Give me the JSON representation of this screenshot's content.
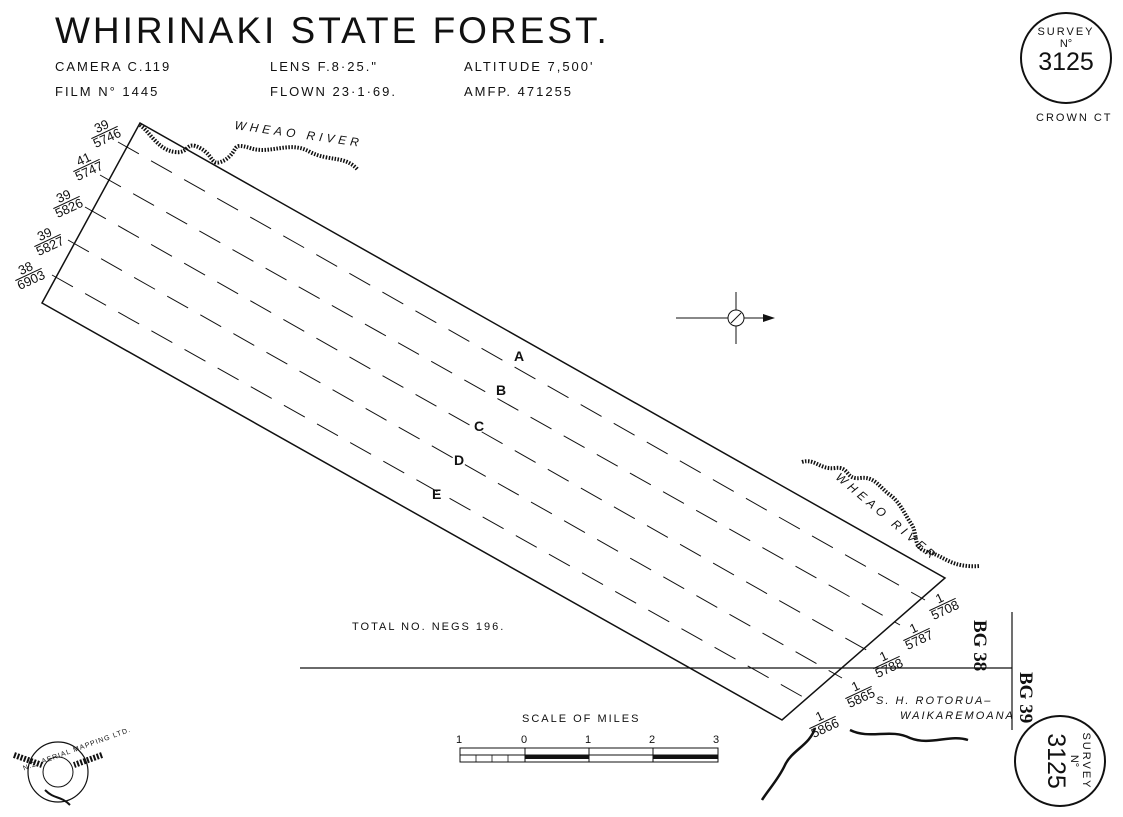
{
  "title": "WHIRINAKI   STATE   FOREST.",
  "info": {
    "camera": "CAMERA   C.119",
    "lens": "LENS  F.8·25.\"",
    "altitude": "ALTITUDE  7,500'",
    "film": "FILM  N°  1445",
    "flown": "FLOWN  23·1·69.",
    "amfp": "AMFP.  471255"
  },
  "survey_top": {
    "label": "SURVEY",
    "no": "N°",
    "number": "3125",
    "below": "CROWN  CT"
  },
  "survey_bottom": {
    "label": "SURVEY",
    "no": "N°",
    "number": "3125"
  },
  "river_top": "WHEAO  RIVER",
  "river_right": "WHEAO  RIVER",
  "left_labels": [
    {
      "top": "39",
      "bottom": "5746"
    },
    {
      "top": "41",
      "bottom": "5747"
    },
    {
      "top": "39",
      "bottom": "5826"
    },
    {
      "top": "39",
      "bottom": "5827"
    },
    {
      "top": "38",
      "bottom": "6903"
    }
  ],
  "right_labels": [
    {
      "top": "1",
      "bottom": "5708"
    },
    {
      "top": "1",
      "bottom": "5787"
    },
    {
      "top": "1",
      "bottom": "5788"
    },
    {
      "top": "1",
      "bottom": "5865"
    },
    {
      "top": "1",
      "bottom": "5866"
    }
  ],
  "runs": [
    "A",
    "B",
    "C",
    "D",
    "E"
  ],
  "total_negs": "TOTAL   NO.  NEGS   196.",
  "highway": "S. H.   ROTORUA–",
  "highway2": "WAIKAREMOANA",
  "sheet_left": "BG 38",
  "sheet_right": "BG 39",
  "scale": {
    "title": "SCALE OF  MILES",
    "ticks": [
      "1",
      "0",
      "1",
      "2",
      "3"
    ]
  },
  "logo_text": "N.Z. AERIAL MAPPING LTD."
}
